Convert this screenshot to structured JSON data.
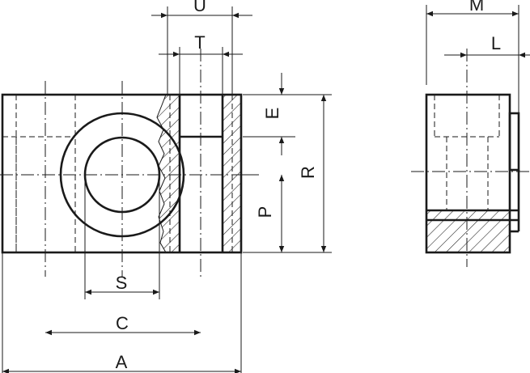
{
  "dimensions": {
    "U": "U",
    "T": "T",
    "M": "M",
    "L": "L",
    "E": "E",
    "R": "R",
    "P": "P",
    "S": "S",
    "C": "C",
    "A": "A"
  },
  "colors": {
    "ink": "#1a1a1a",
    "background": "#ffffff"
  }
}
